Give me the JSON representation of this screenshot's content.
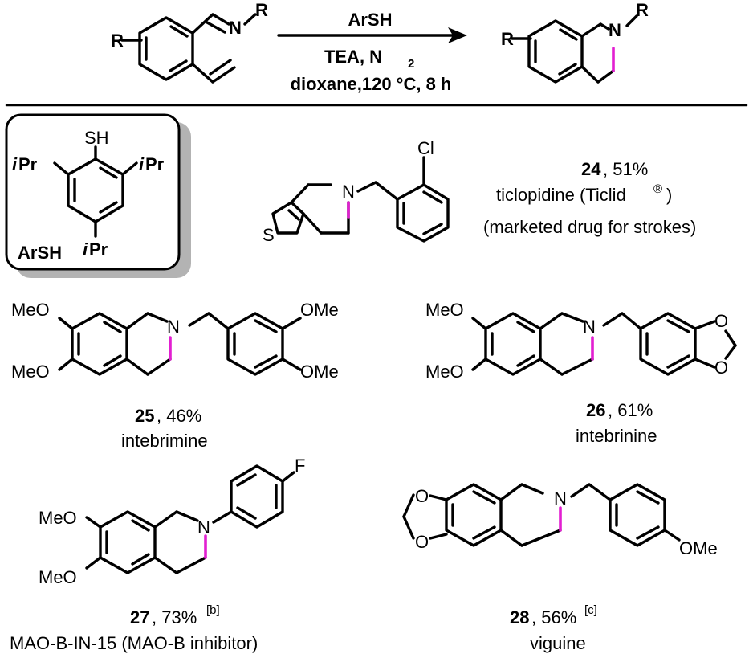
{
  "reaction": {
    "reactant_r": "R",
    "reactant_n": "N",
    "reactant_r_n": "R",
    "reagent_1": "ArSH",
    "reagent_2": "TEA, N",
    "reagent_2_sub": "2",
    "reagent_3": "dioxane,120 °C, 8 h",
    "product_r": "R",
    "product_n": "N",
    "product_r_n": "R"
  },
  "catalyst": {
    "sh": "SH",
    "ipr_left_i": "i",
    "ipr_left": "Pr",
    "ipr_right_i": "i",
    "ipr_right": "Pr",
    "ipr_bottom_i": "i",
    "ipr_bottom": "Pr",
    "label": "ArSH"
  },
  "compounds": [
    {
      "number": "24",
      "yield": ", 51%",
      "name": "ticlopidine (Ticlid",
      "registered": "®",
      "name_end": " )",
      "note": "(marketed drug for strokes)",
      "atoms": {
        "cl": "Cl",
        "n": "N",
        "s": "S"
      }
    },
    {
      "number": "25",
      "yield": ", 46%",
      "name": "intebrimine",
      "atoms": {
        "meo1": "MeO",
        "meo2": "MeO",
        "n": "N",
        "ome1": "OMe",
        "ome2": "OMe"
      }
    },
    {
      "number": "26",
      "yield": ", 61%",
      "name": "intebrinine",
      "atoms": {
        "meo1": "MeO",
        "meo2": "MeO",
        "n": "N",
        "o1": "O",
        "o2": "O"
      }
    },
    {
      "number": "27",
      "yield": ", 73%",
      "sup": "[b]",
      "name": "MAO-B-IN-15 (MAO-B inhibitor)",
      "atoms": {
        "f": "F",
        "meo1": "MeO",
        "meo2": "MeO",
        "n": "N"
      }
    },
    {
      "number": "28",
      "yield": ", 56%",
      "sup": "[c]",
      "name": "viguine",
      "atoms": {
        "o1": "O",
        "o2": "O",
        "n": "N",
        "ome": "OMe"
      }
    }
  ],
  "colors": {
    "highlight_bond": "#e21fd1",
    "catalyst_shadow": "#b3b3b3",
    "ink": "#000000"
  }
}
